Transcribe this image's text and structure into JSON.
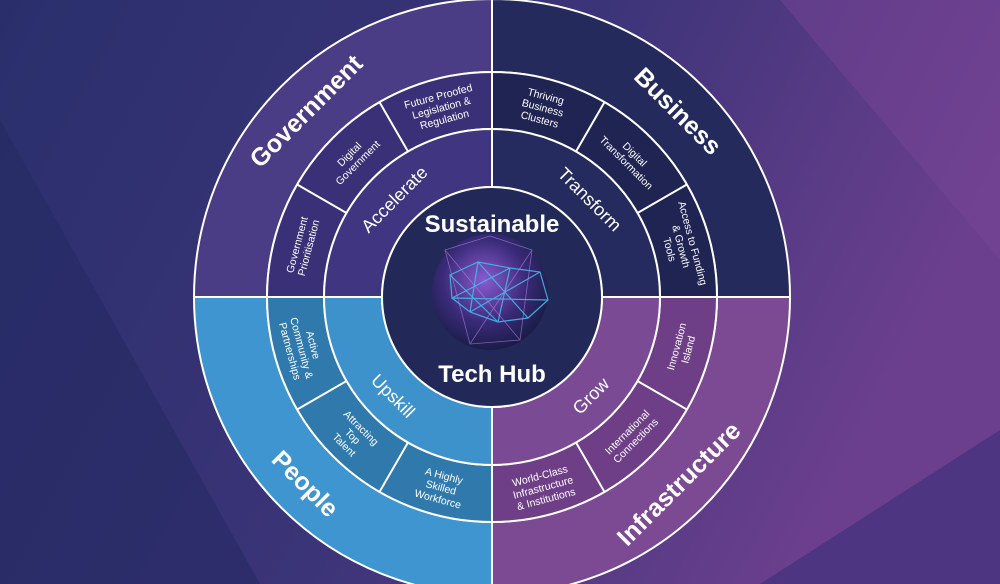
{
  "colors": {
    "background_left": "#2a2f6c",
    "background_right": "#6b3f8e",
    "government": "#4a3d85",
    "business": "#242a5c",
    "people": "#3f95cf",
    "infrastructure": "#7b4a93",
    "hub": "#222958",
    "accent_cyan": "#45b8ea"
  },
  "hub": {
    "title_top": "Sustainable",
    "title_bottom": "Tech Hub"
  },
  "quadrants": {
    "government": {
      "name": "Government",
      "strategy": "Accelerate",
      "items": [
        [
          "Future Proofed",
          "Legislation &",
          "Regulation"
        ],
        [
          "Digital",
          "Government"
        ],
        [
          "Government",
          "Prioritisation"
        ]
      ]
    },
    "business": {
      "name": "Business",
      "strategy": "Transform",
      "items": [
        [
          "Thriving",
          "Business",
          "Clusters"
        ],
        [
          "Digital",
          "Transformation"
        ],
        [
          "Access to Funding",
          "& Growth",
          "Tools"
        ]
      ]
    },
    "infrastructure": {
      "name": "Infrastructure",
      "strategy": "Grow",
      "items": [
        [
          "Innovation",
          "Island"
        ],
        [
          "International",
          "Connections"
        ],
        [
          "World-Class",
          "Infrastructure",
          "& Institutions"
        ]
      ]
    },
    "people": {
      "name": "People",
      "strategy": "Upskill",
      "items": [
        [
          "A Highly",
          "Skilled",
          "Workforce"
        ],
        [
          "Attracting",
          "Top",
          "Talent"
        ],
        [
          "Active",
          "Community &",
          "Partnerships"
        ]
      ]
    }
  }
}
